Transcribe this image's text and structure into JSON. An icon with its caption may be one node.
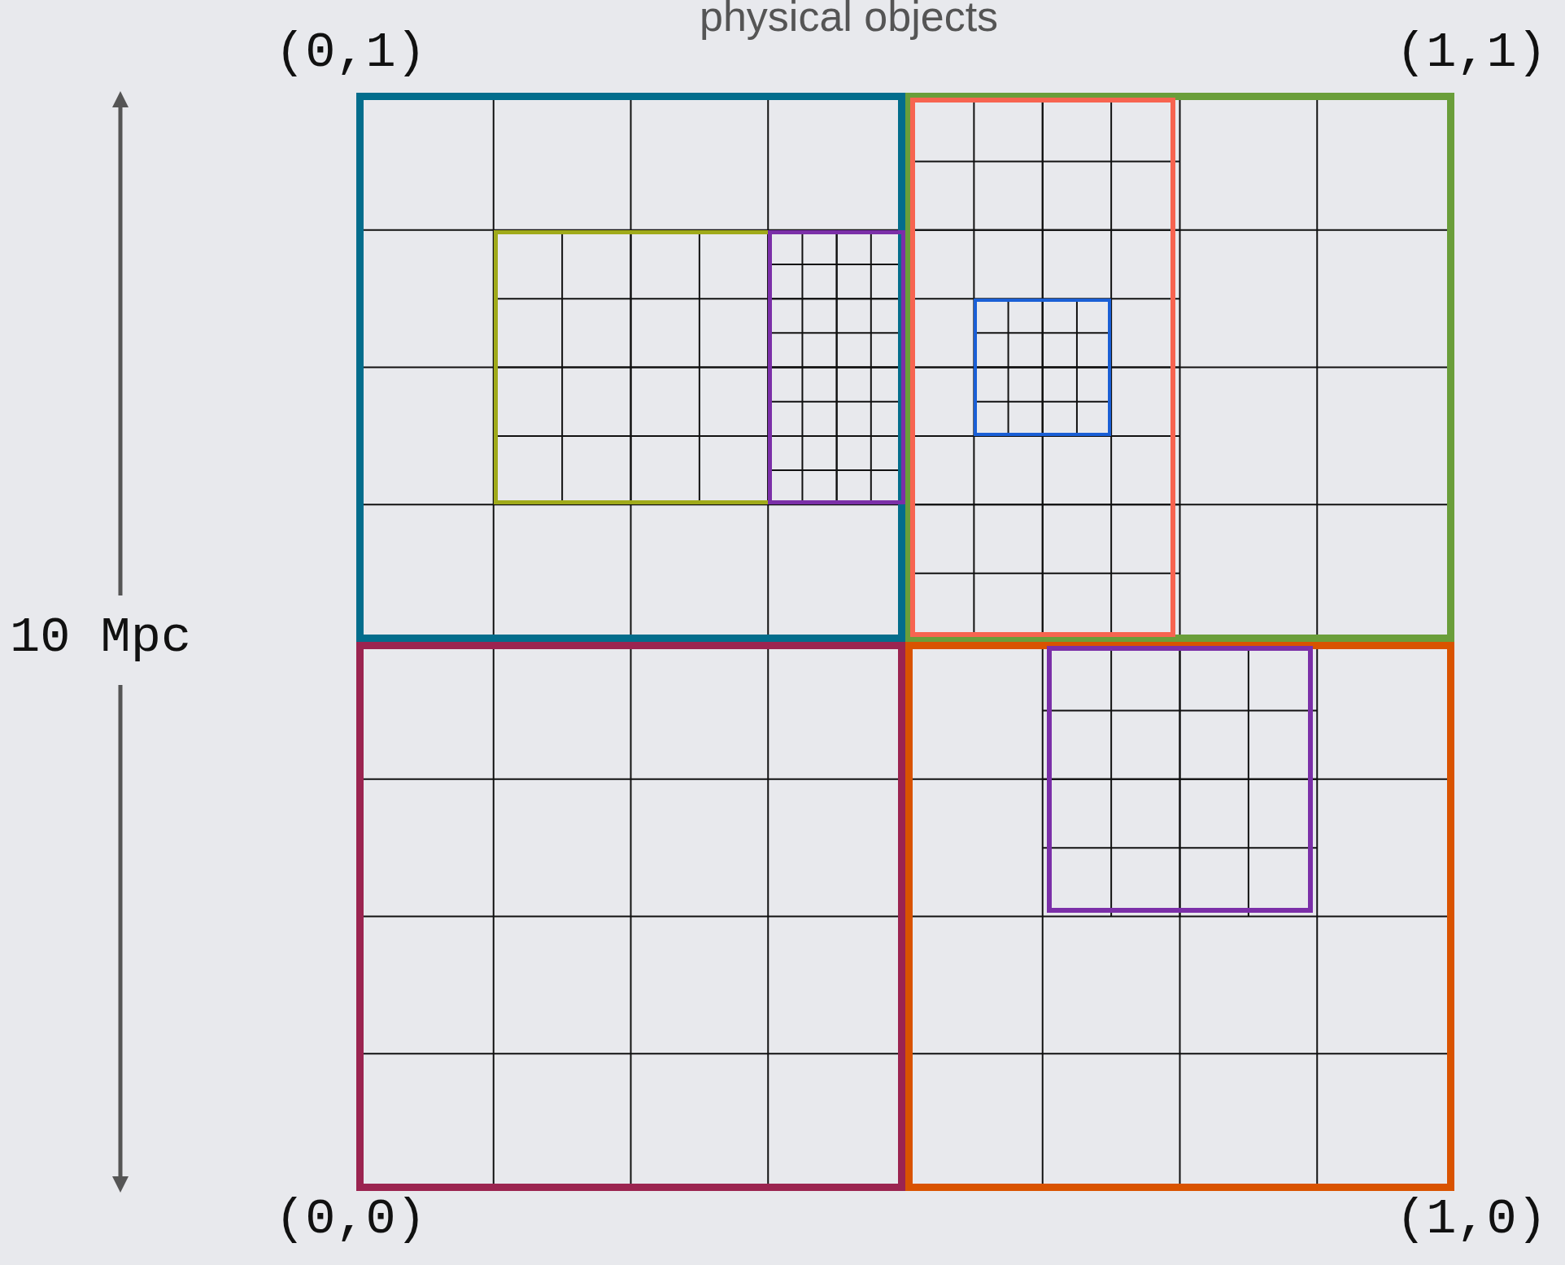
{
  "diagram": {
    "title": "physical objects",
    "nodes": [
      {
        "text": [],
        "shape": "box"
      },
      {
        "text": [],
        "shape": "box"
      },
      {
        "text": [],
        "shape": "box"
      },
      {
        "text": [],
        "shape": "box"
      },
      {
        "text": [],
        "shape": "box",
        "in": 0
      },
      {
        "text": [],
        "shape": "box",
        "in": 4
      },
      {
        "text": [],
        "shape": "box",
        "in": 1
      },
      {
        "text": [],
        "shape": "box",
        "in": 6
      },
      {
        "text": [],
        "shape": "box",
        "in": 3
      }
    ],
    "labels": [
      "(0,1)",
      "(1,1)",
      "10 Mpc",
      "(0,0)",
      "(1,0)"
    ]
  }
}
